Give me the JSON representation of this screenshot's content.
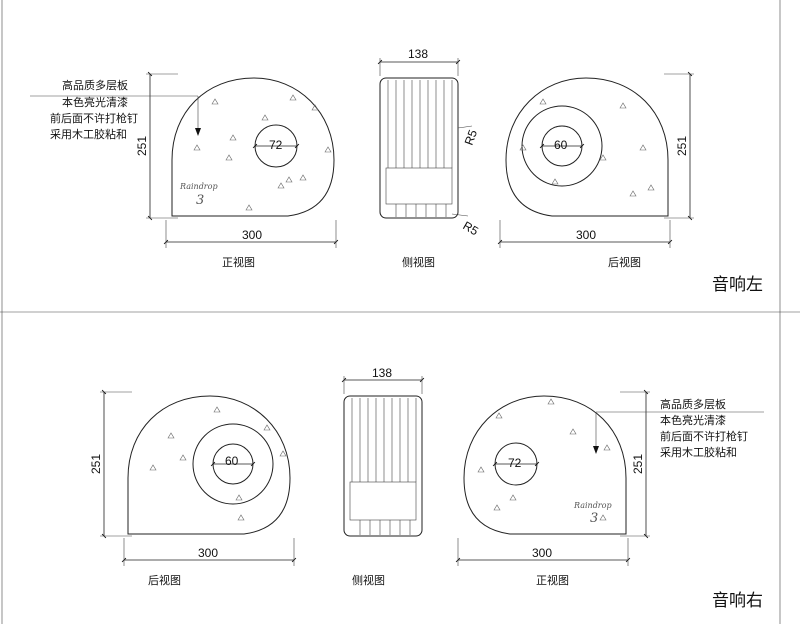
{
  "sections": [
    {
      "title": "音响左",
      "front_label": "正视图",
      "side_label": "侧视图",
      "back_label": "后视图",
      "width_dim": "300",
      "height_dim": "251",
      "side_dim": "138",
      "front_hole": "72",
      "back_hole": "60",
      "radius_top": "R5",
      "radius_bottom": "R5"
    },
    {
      "title": "音响右",
      "front_label": "正视图",
      "side_label": "侧视图",
      "back_label": "后视图",
      "width_dim": "300",
      "height_dim": "251",
      "side_dim": "138",
      "front_hole": "72",
      "back_hole": "60"
    }
  ],
  "material_note": [
    "高品质多层板",
    "本色亮光清漆",
    "前后面不许打枪钉",
    "采用木工胶粘和"
  ],
  "logo": {
    "text": "Raindrop",
    "mark": "3"
  }
}
